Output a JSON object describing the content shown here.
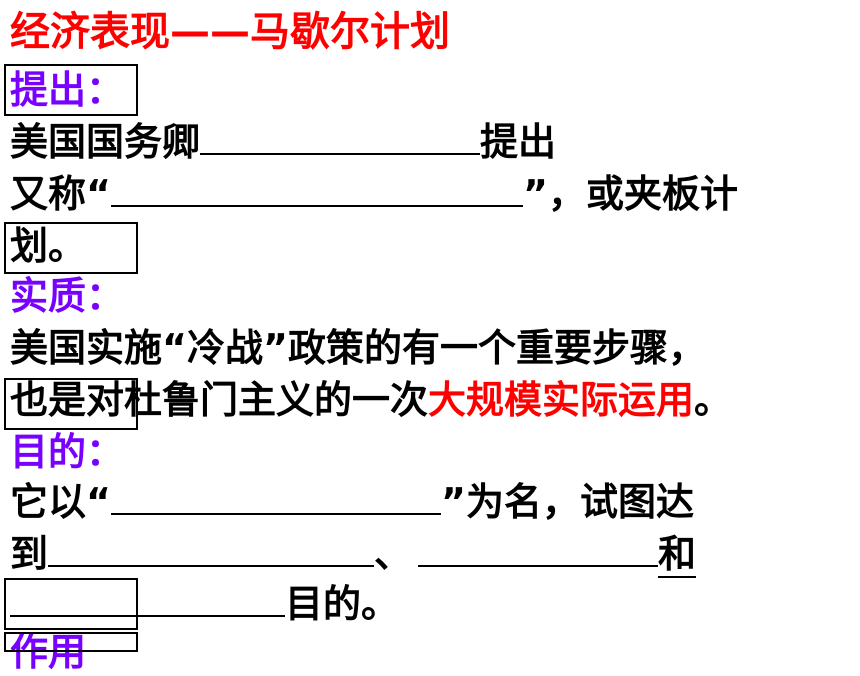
{
  "title": "经济表现——马歇尔计划",
  "sections": {
    "proposal": {
      "heading": "提出：",
      "l1_a": "美国国务卿",
      "l1_b": "提出",
      "l2_a": "又称“",
      "l2_b": "”，或夹板计",
      "l3": "划。"
    },
    "essence": {
      "heading": "实质：",
      "l1": "美国实施“冷战”政策的有一个重要步骤，",
      "l2_a": "也是对杜鲁门主义的一次",
      "l2_highlight": "大规模实际运用",
      "l2_end": "。"
    },
    "purpose": {
      "heading": "目的：",
      "l1_a": "它以“",
      "l1_b": "”为名，试图达",
      "l2_a": "到",
      "l2_sep": "、",
      "l2_and": "和",
      "l3": "目的。"
    },
    "effect": {
      "heading": "作用"
    }
  },
  "colors": {
    "title": "#ff0000",
    "section_heading": "#7700ff",
    "highlight": "#ff0000",
    "text": "#000000"
  }
}
